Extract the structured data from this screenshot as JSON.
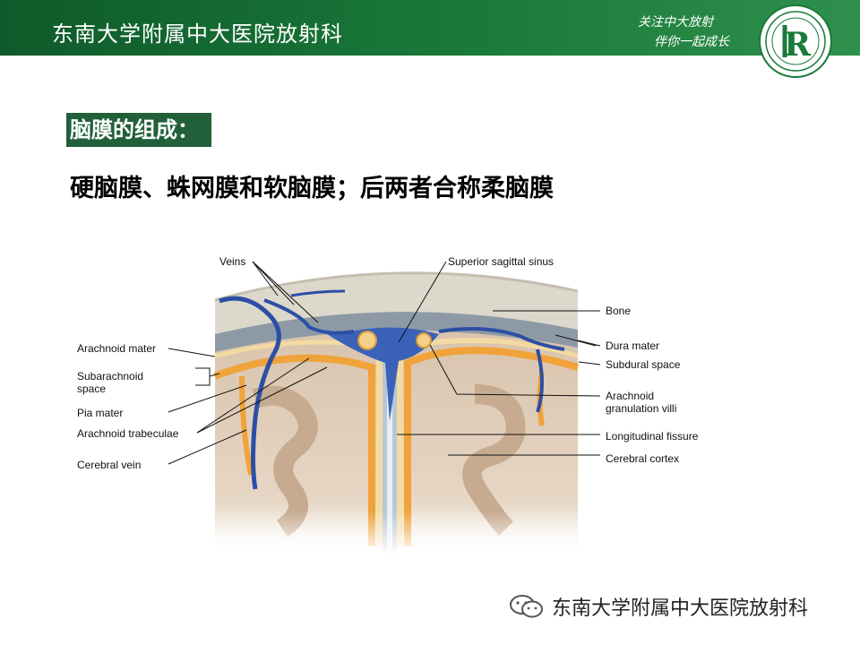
{
  "header": {
    "title": "东南大学附属中大医院放射科",
    "slogan_line1": "关注中大放射",
    "slogan_line2": "伴你一起成长",
    "logo_letter": "R"
  },
  "slide": {
    "section_title": "脑膜的组成：",
    "subtitle": "硬脑膜、蛛网膜和软脑膜；后两者合称柔脑膜"
  },
  "diagram": {
    "labels": {
      "veins": "Veins",
      "superior_sagittal_sinus": "Superior sagittal sinus",
      "bone": "Bone",
      "dura_mater": "Dura mater",
      "subdural_space": "Subdural space",
      "arachnoid_granulation_villi_1": "Arachnoid",
      "arachnoid_granulation_villi_2": "granulation villi",
      "longitudinal_fissure": "Longitudinal fissure",
      "cerebral_cortex": "Cerebral cortex",
      "arachnoid_mater": "Arachnoid mater",
      "subarachnoid_space_1": "Subarachnoid",
      "subarachnoid_space_2": "space",
      "pia_mater": "Pia mater",
      "arachnoid_trabeculae": "Arachnoid trabeculae",
      "cerebral_vein": "Cerebral vein"
    }
  },
  "footer": {
    "watermark_text": "东南大学附属中大医院放射科",
    "icon": "wechat-icon"
  }
}
